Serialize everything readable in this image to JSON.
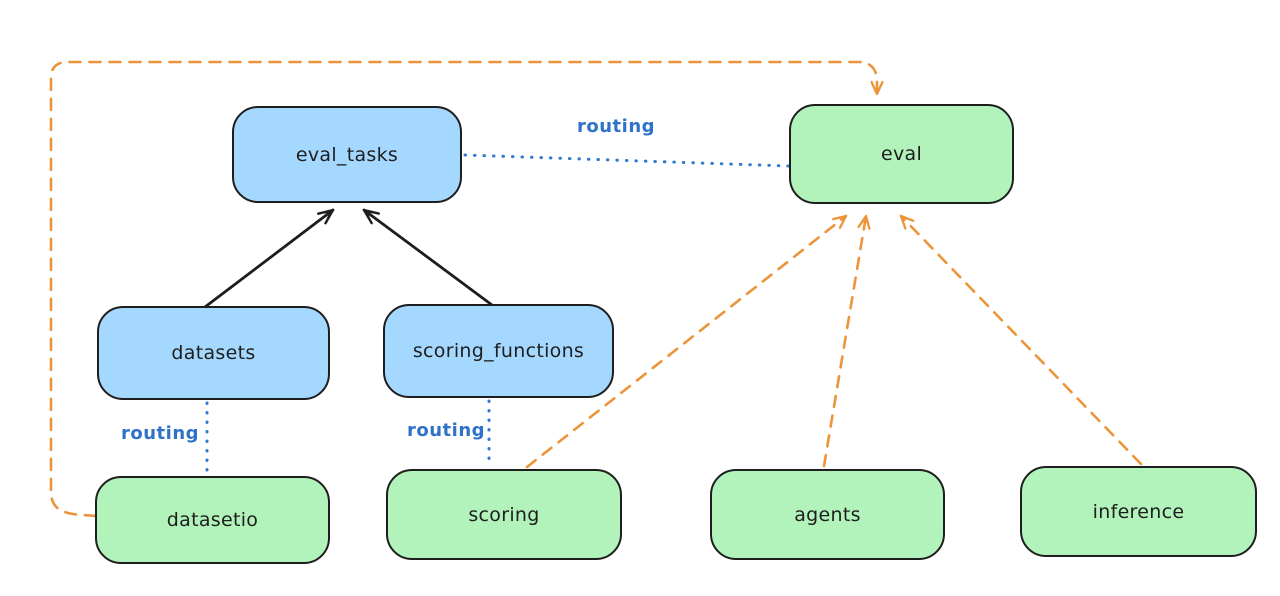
{
  "diagram": {
    "nodes": [
      {
        "label": "eval_tasks",
        "type": "api-blue"
      },
      {
        "label": "eval",
        "type": "provider-green"
      },
      {
        "label": "datasets",
        "type": "api-blue"
      },
      {
        "label": "scoring_functions",
        "type": "api-blue"
      },
      {
        "label": "datasetio",
        "type": "provider-green"
      },
      {
        "label": "scoring",
        "type": "provider-green"
      },
      {
        "label": "agents",
        "type": "provider-green"
      },
      {
        "label": "inference",
        "type": "provider-green"
      }
    ],
    "edge_labels": [
      {
        "text": "routing",
        "between": "eval_tasks and eval"
      },
      {
        "text": "routing",
        "between": "datasets and datasetio"
      },
      {
        "text": "routing",
        "between": "scoring_functions and scoring"
      }
    ],
    "edges": [
      {
        "from": "datasets",
        "to": "eval_tasks",
        "style": "solid-black-arrow"
      },
      {
        "from": "scoring_functions",
        "to": "eval_tasks",
        "style": "solid-black-arrow"
      },
      {
        "from": "eval_tasks",
        "to": "eval",
        "style": "dotted-blue",
        "label": "routing"
      },
      {
        "from": "datasets",
        "to": "datasetio",
        "style": "dotted-blue",
        "label": "routing"
      },
      {
        "from": "scoring_functions",
        "to": "scoring",
        "style": "dotted-blue",
        "label": "routing"
      },
      {
        "from": "datasetio",
        "to": "eval",
        "style": "dashed-orange-arrow"
      },
      {
        "from": "scoring",
        "to": "eval",
        "style": "dashed-orange-arrow"
      },
      {
        "from": "agents",
        "to": "eval",
        "style": "dashed-orange-arrow"
      },
      {
        "from": "inference",
        "to": "eval",
        "style": "dashed-orange-arrow"
      }
    ],
    "colors": {
      "blue_fill": "#a5d8ff",
      "green_fill": "#b2f2bb",
      "node_stroke": "#1e1e1e",
      "orange_line": "#ec9439",
      "blue_line": "#2e7bd0",
      "routing_text": "#2e73c8",
      "background": "#ffffff"
    }
  }
}
